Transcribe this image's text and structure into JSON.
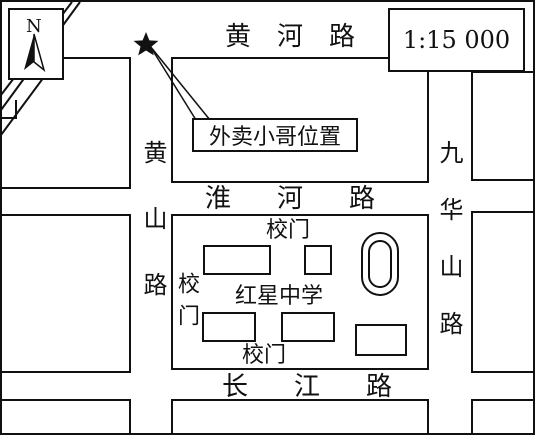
{
  "map": {
    "scale": "1:15 000",
    "north_label": "N",
    "courier_label": "外卖小哥位置",
    "roads": {
      "huanghe": "黄河路",
      "huaihe": "淮河路",
      "changjiang": "长江路",
      "huangshan": "黄山路",
      "jiuhuashan": "九华山路"
    },
    "school": {
      "name": "红星中学",
      "gate_north": "校门",
      "gate_west": "校门",
      "gate_south": "校门"
    }
  },
  "colors": {
    "line": "#111111",
    "background": "#ffffff"
  },
  "icons": {
    "courier_marker": "star-icon",
    "north_arrow": "north-arrow-icon"
  }
}
